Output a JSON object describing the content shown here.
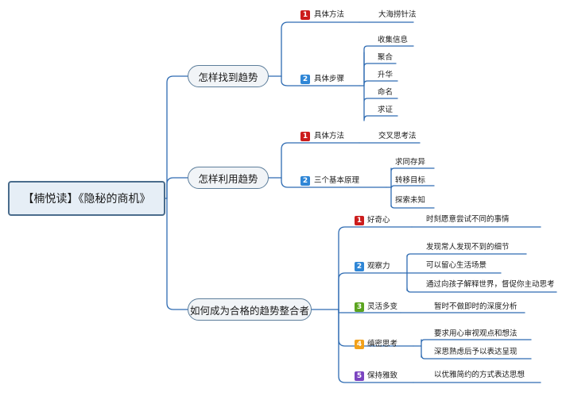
{
  "colors": {
    "line": "#2e6bb2",
    "root_border": "#4a6c8c",
    "root_fill": "#e6eef6",
    "main_fill": "#f1f4f7"
  },
  "root": {
    "text": "【楠悦读】《隐秘的商机》"
  },
  "branches": [
    {
      "text": "怎样找到趋势",
      "children": [
        {
          "badge": "1",
          "text": "具体方法",
          "items": [
            "大海捞针法"
          ]
        },
        {
          "badge": "2",
          "text": "具体步骤",
          "items": [
            "收集信息",
            "聚合",
            "升华",
            "命名",
            "求证"
          ]
        }
      ]
    },
    {
      "text": "怎样利用趋势",
      "children": [
        {
          "badge": "1",
          "text": "具体方法",
          "items": [
            "交叉思考法"
          ]
        },
        {
          "badge": "2",
          "text": "三个基本原理",
          "items": [
            "求同存异",
            "转移目标",
            "探索未知"
          ]
        }
      ]
    },
    {
      "text": "如何成为合格的趋势整合者",
      "children": [
        {
          "badge": "1",
          "text": "好奇心",
          "items": [
            "时刻愿意尝试不同的事情"
          ]
        },
        {
          "badge": "2",
          "text": "观察力",
          "items": [
            "发现常人发现不到的细节",
            "可以留心生活场景",
            "通过向孩子解释世界，督促你主动思考"
          ]
        },
        {
          "badge": "3",
          "text": "灵活多变",
          "items": [
            "暂时不做即时的深度分析"
          ]
        },
        {
          "badge": "4",
          "text": "缜密思考",
          "items": [
            "要求用心审视观点和想法",
            "深思熟虑后予以表达呈现"
          ]
        },
        {
          "badge": "5",
          "text": "保持雅致",
          "items": [
            "以优雅简约的方式表达思想"
          ]
        }
      ]
    }
  ]
}
